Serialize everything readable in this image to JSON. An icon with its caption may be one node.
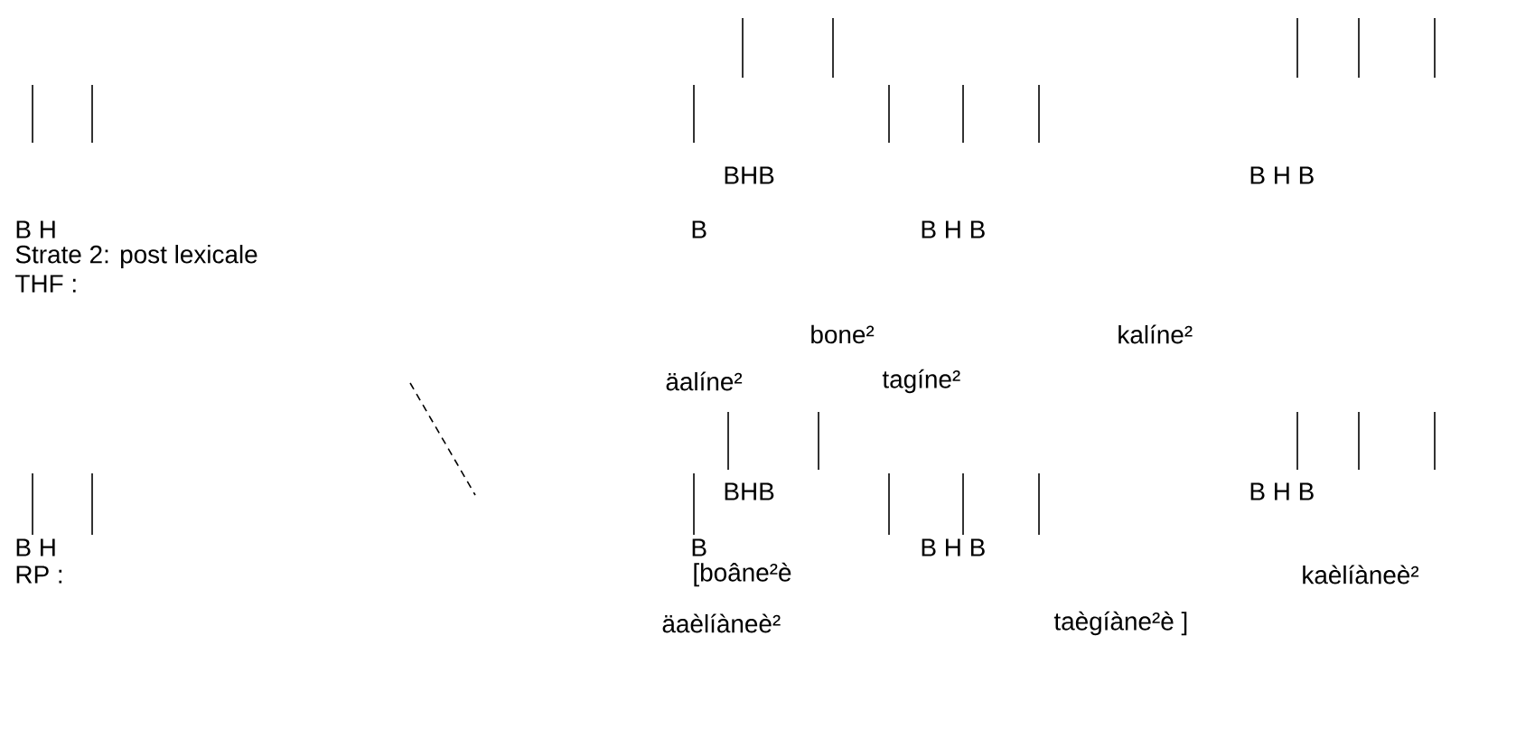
{
  "diagram": {
    "labels": [
      "BHB",
      "B H B",
      "B H",
      "B",
      "B H B",
      "Strate 2: post lexicale",
      "THF :",
      "bone²",
      "kalíne²",
      "äalíne²",
      "tagíne²",
      "BHB",
      "B H B",
      "B H",
      "B",
      "B H B",
      "RP :",
      "[boâne²è",
      "kaèlíàneè²",
      "äaèlíàneè²",
      "taègíàne²è ]"
    ]
  }
}
